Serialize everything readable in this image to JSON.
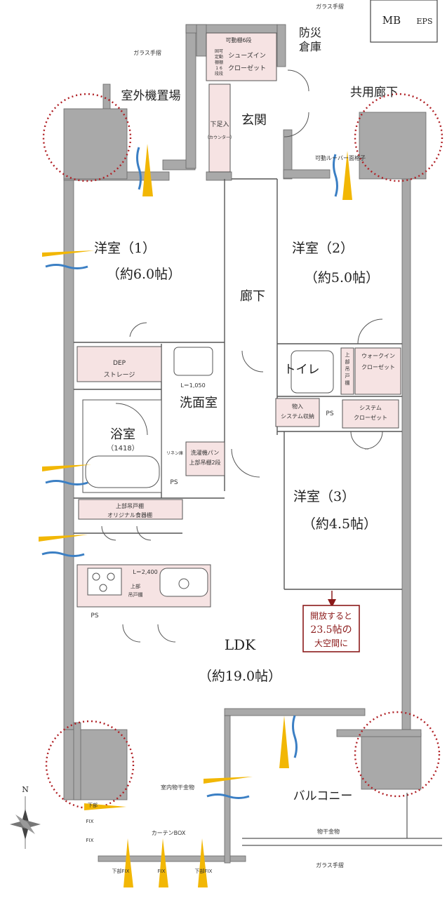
{
  "colors": {
    "wall": "#a9a9a9",
    "wall_stroke": "#666666",
    "storage_fill": "#f6e3e3",
    "callout_border": "#8b1a1a",
    "dotted_circle": "#b01f24",
    "wind_yellow": "#f2b705",
    "wind_blue": "#3b7fc4"
  },
  "rooms": {
    "western1": {
      "name": "洋室（1）",
      "area": "（約6.0帖）"
    },
    "western2": {
      "name": "洋室（2）",
      "area": "（約5.0帖）"
    },
    "western3": {
      "name": "洋室（3）",
      "area": "（約4.5帖）"
    },
    "ldk": {
      "name": "LDK",
      "area": "（約19.0帖）"
    },
    "hallway": "廊下",
    "entrance": "玄関",
    "toilet": "トイレ",
    "washroom": "洗面室",
    "bath": {
      "name": "浴室",
      "size": "（1418）"
    },
    "outdoor_unit": "室外機置場",
    "shared_corridor": "共用廊下",
    "balcony": "バルコニー",
    "disaster_storage": [
      "防災",
      "倉庫"
    ],
    "mb": "MB",
    "eps": "EPS"
  },
  "labels": {
    "glass_rail_top": "ガラス手摺",
    "glass_rail_left": "ガラス手摺",
    "glass_rail_bottom": "ガラス手摺",
    "shelf_fixed": [
      "固可",
      "定動",
      "棚棚",
      "1 6",
      "段段"
    ],
    "shelf_movable": "可動棚6段",
    "shoes_in_closet": [
      "シューズイン",
      "クローゼット"
    ],
    "shoe_box": [
      "下足入",
      "（カウンター）"
    ],
    "louver_lattice": "可動ルーバー面格子",
    "dep_storage": [
      "DEP",
      "ストレージ"
    ],
    "wash_length": "L＝1,050",
    "linen": "リネン庫",
    "laundry_pan": [
      "洗濯機パン",
      "上部吊棚2段"
    ],
    "ps": "PS",
    "upper_cabinet": [
      "上部吊戸棚",
      "オリジナル食器棚"
    ],
    "kitchen_length": "L＝2,400",
    "kitchen_upper": [
      "上部",
      "吊戸棚"
    ],
    "walk_in": [
      "ウォークイン",
      "クローゼット"
    ],
    "upper_hanging": [
      "上",
      "部",
      "吊",
      "戸",
      "棚"
    ],
    "storage": [
      "物入",
      "システム収納"
    ],
    "system_closet": [
      "システム",
      "クローゼット"
    ],
    "indoor_dryer": "室内物干金物",
    "curtain_box": "カーテンBOX",
    "outdoor_dryer": "物干金物",
    "fix": "FIX",
    "lower_fix": "下部FIX",
    "lower": "下部"
  },
  "callout": [
    "開放すると",
    "23.5帖の",
    "大空間に"
  ],
  "compass": {
    "north": "N"
  }
}
